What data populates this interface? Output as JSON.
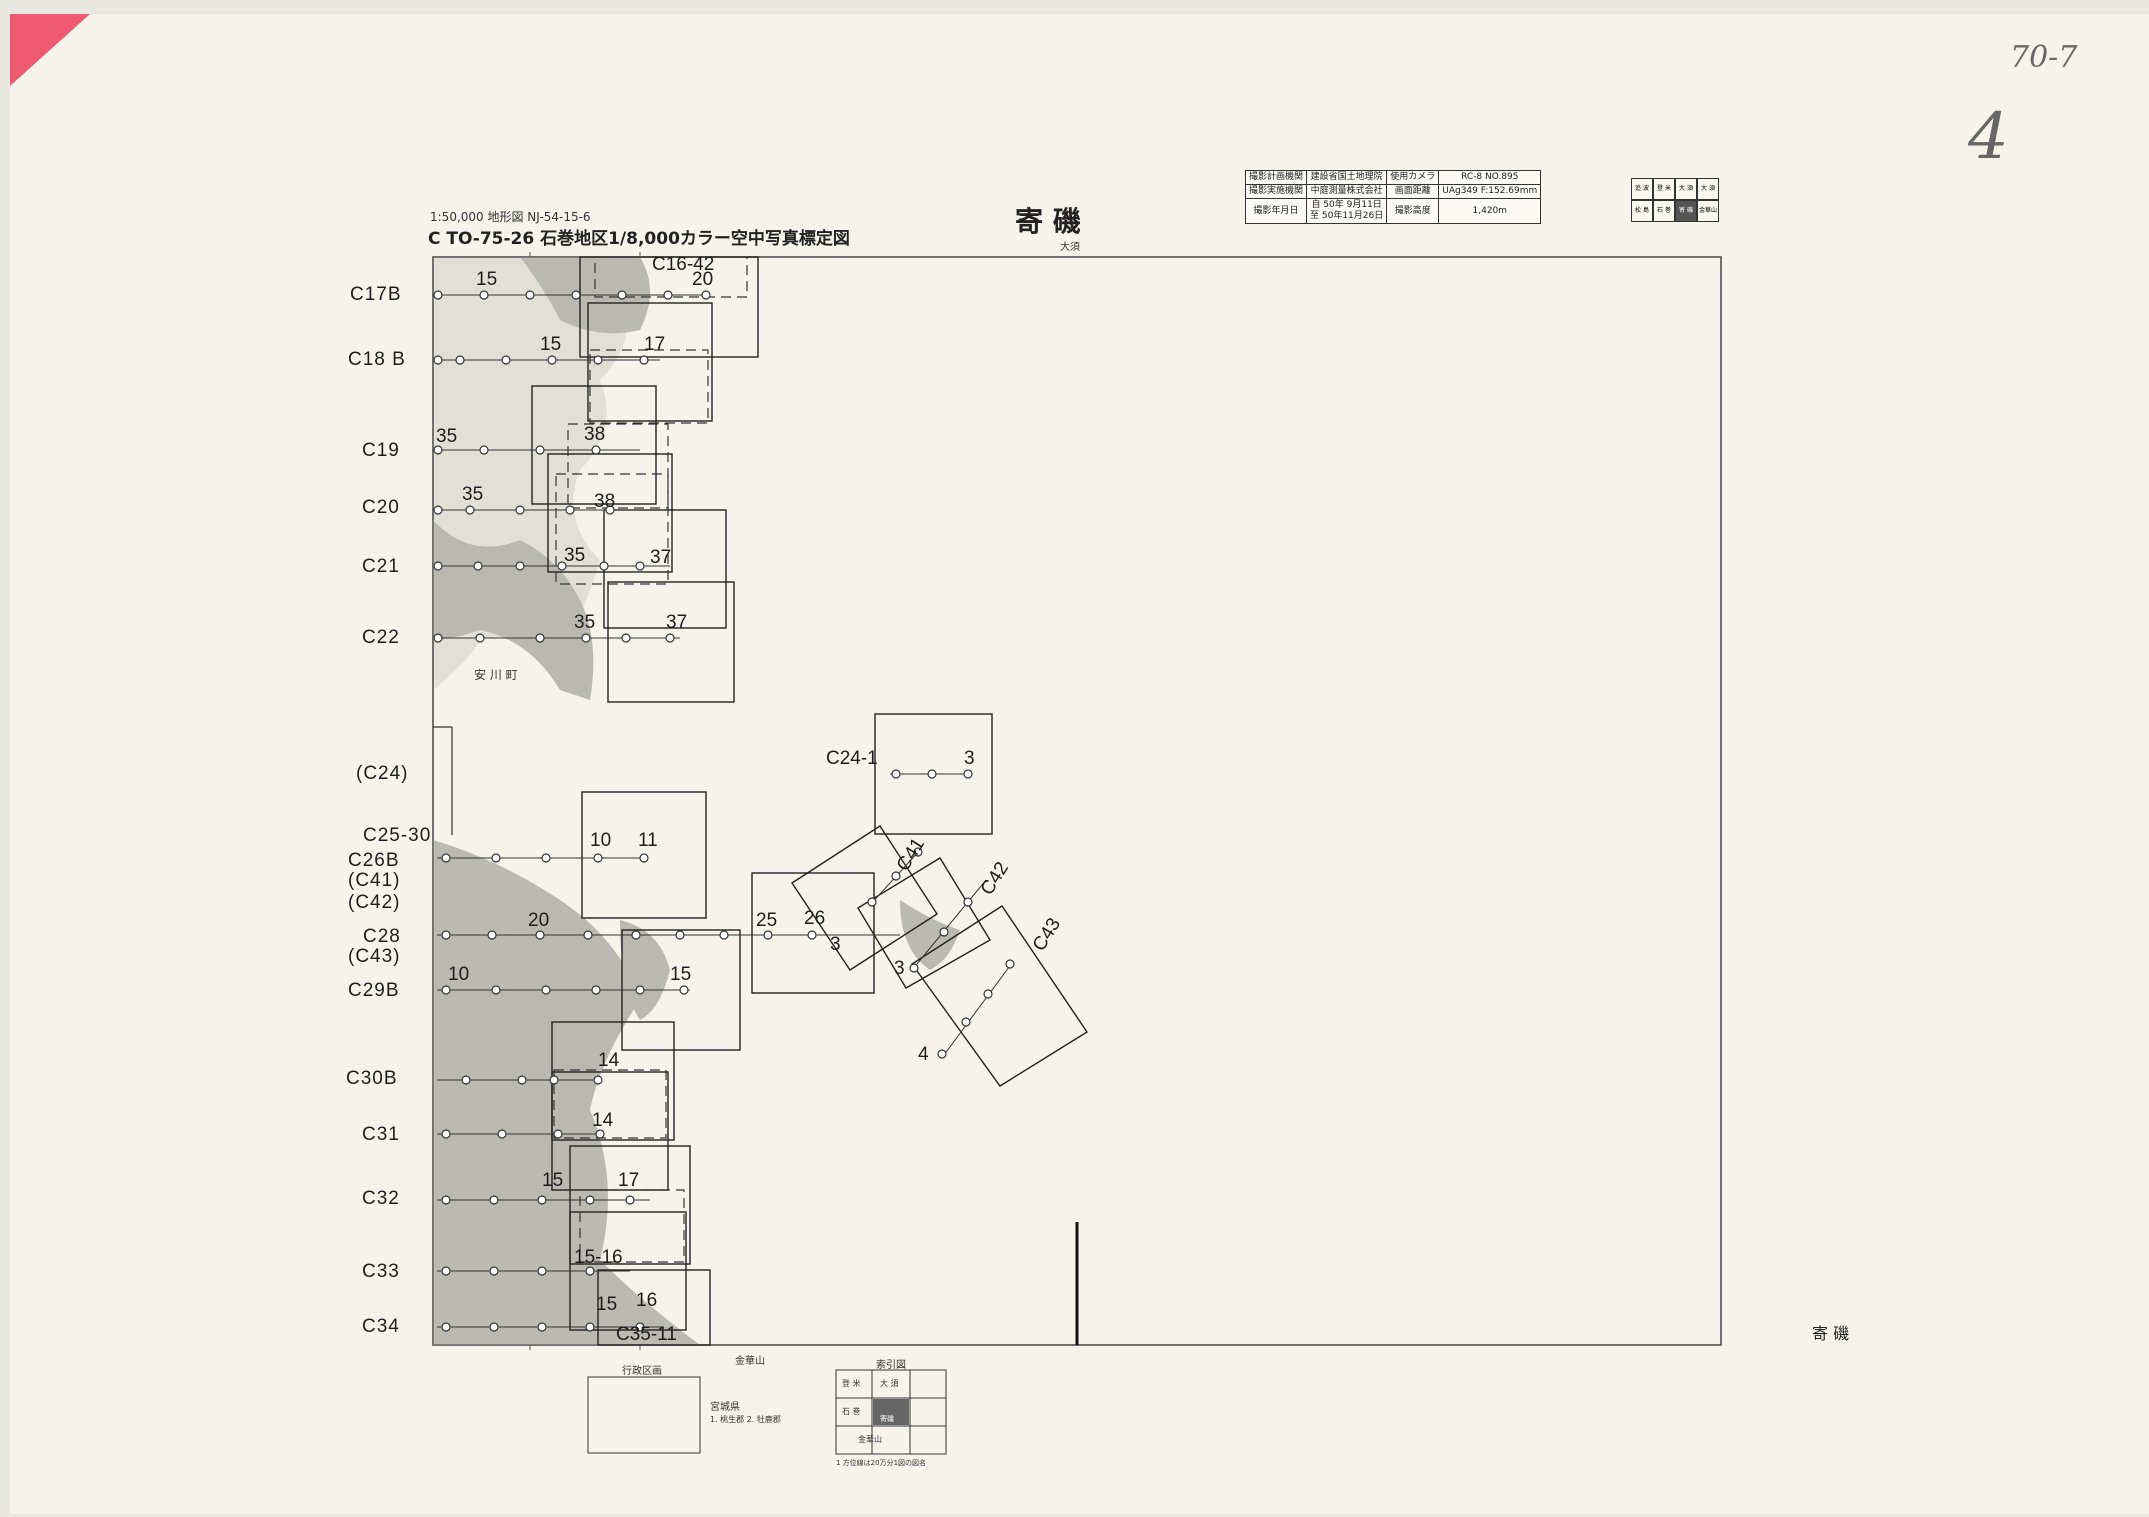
{
  "sheet_code": "1:50,000 地形図  NJ-54-15-6",
  "project_title": "C TO-75-26 石巻地区1/8,000カラー空中写真標定図",
  "map_name": "寄   磯",
  "map_name_bottom_right": "寄 磯",
  "north_neighbor": "大須",
  "south_neighbor": "金華山",
  "handwritten_code": "70-7",
  "handwritten_number": "4",
  "town_label": "安 川 町",
  "info_table": {
    "plan_org_label": "撮影計画機関",
    "plan_org_value": "建設省国土地理院",
    "camera_label": "使用カメラ",
    "camera_value": "RC-8 NO.895",
    "exec_org_label": "撮影実施機関",
    "exec_org_value": "中庭測量株式会社",
    "focal_label": "画面距離",
    "focal_value": "UAg349 F:152.69mm",
    "date_label": "撮影年月日",
    "date_value_1": "自 50年 9月11日",
    "date_value_2": "至 50年11月26日",
    "altitude_label": "撮影高度",
    "altitude_value": "1,420m"
  },
  "index_map_cells": [
    "追 波",
    "登 米",
    "大 須",
    "大 須",
    "松 島",
    "石 巻",
    "寄 磯",
    "金華山"
  ],
  "legend": {
    "admin_title": "行政区画",
    "admin_pref": "宮城県",
    "admin_items": "1. 桃生郡   2. 牡鹿郡",
    "index_title": "索引図",
    "index_cells": [
      "登 米",
      "大 須",
      "石 巻",
      "寄磯",
      "金華山"
    ],
    "index_note": "1  方位線は20万分1図の図名"
  },
  "strip_labels": [
    {
      "id": "C17B",
      "text": "C17B"
    },
    {
      "id": "C18B",
      "text": "C18 B"
    },
    {
      "id": "C19",
      "text": "C19"
    },
    {
      "id": "C20",
      "text": "C20"
    },
    {
      "id": "C21",
      "text": "C21"
    },
    {
      "id": "C22",
      "text": "C22"
    },
    {
      "id": "C24p",
      "text": "(C24)"
    },
    {
      "id": "C25",
      "text": "C25-30"
    },
    {
      "id": "C26B",
      "text": "C26B"
    },
    {
      "id": "C41p",
      "text": "(C41)"
    },
    {
      "id": "C42p",
      "text": "(C42)"
    },
    {
      "id": "C28",
      "text": "C28"
    },
    {
      "id": "C43p",
      "text": "(C43)"
    },
    {
      "id": "C29B",
      "text": "C29B"
    },
    {
      "id": "C30B",
      "text": "C30B"
    },
    {
      "id": "C31",
      "text": "C31"
    },
    {
      "id": "C32",
      "text": "C32"
    },
    {
      "id": "C33",
      "text": "C33"
    },
    {
      "id": "C34",
      "text": "C34"
    }
  ],
  "photo_numbers": [
    {
      "id": "n1",
      "text": "C16-42"
    },
    {
      "id": "n2",
      "text": "20"
    },
    {
      "id": "n3",
      "text": "15"
    },
    {
      "id": "n4",
      "text": "15"
    },
    {
      "id": "n5",
      "text": "17"
    },
    {
      "id": "n6",
      "text": "35"
    },
    {
      "id": "n7",
      "text": "38"
    },
    {
      "id": "n8",
      "text": "35"
    },
    {
      "id": "n9",
      "text": "38"
    },
    {
      "id": "n10",
      "text": "35"
    },
    {
      "id": "n11",
      "text": "37"
    },
    {
      "id": "n12",
      "text": "35"
    },
    {
      "id": "n13",
      "text": "37"
    },
    {
      "id": "n14",
      "text": "C24-1"
    },
    {
      "id": "n15",
      "text": "3"
    },
    {
      "id": "n16",
      "text": "10"
    },
    {
      "id": "n17",
      "text": "11"
    },
    {
      "id": "n18",
      "text": "20"
    },
    {
      "id": "n19",
      "text": "25"
    },
    {
      "id": "n20",
      "text": "26"
    },
    {
      "id": "n21",
      "text": "3"
    },
    {
      "id": "n22",
      "text": "C41"
    },
    {
      "id": "n23",
      "text": "C42"
    },
    {
      "id": "n24",
      "text": "C43"
    },
    {
      "id": "n25",
      "text": "3"
    },
    {
      "id": "n26",
      "text": "4"
    },
    {
      "id": "n27",
      "text": "10"
    },
    {
      "id": "n28",
      "text": "15"
    },
    {
      "id": "n29",
      "text": "14"
    },
    {
      "id": "n30",
      "text": "14"
    },
    {
      "id": "n31",
      "text": "15"
    },
    {
      "id": "n32",
      "text": "17"
    },
    {
      "id": "n33",
      "text": "15-16"
    },
    {
      "id": "n34",
      "text": "15"
    },
    {
      "id": "n35",
      "text": "16"
    },
    {
      "id": "n36",
      "text": "C35-11"
    }
  ],
  "colors": {
    "paper": "#f6f4ea",
    "ink": "#1d1d1d",
    "land": "#7d7d78",
    "accent": "#ef5a72"
  }
}
